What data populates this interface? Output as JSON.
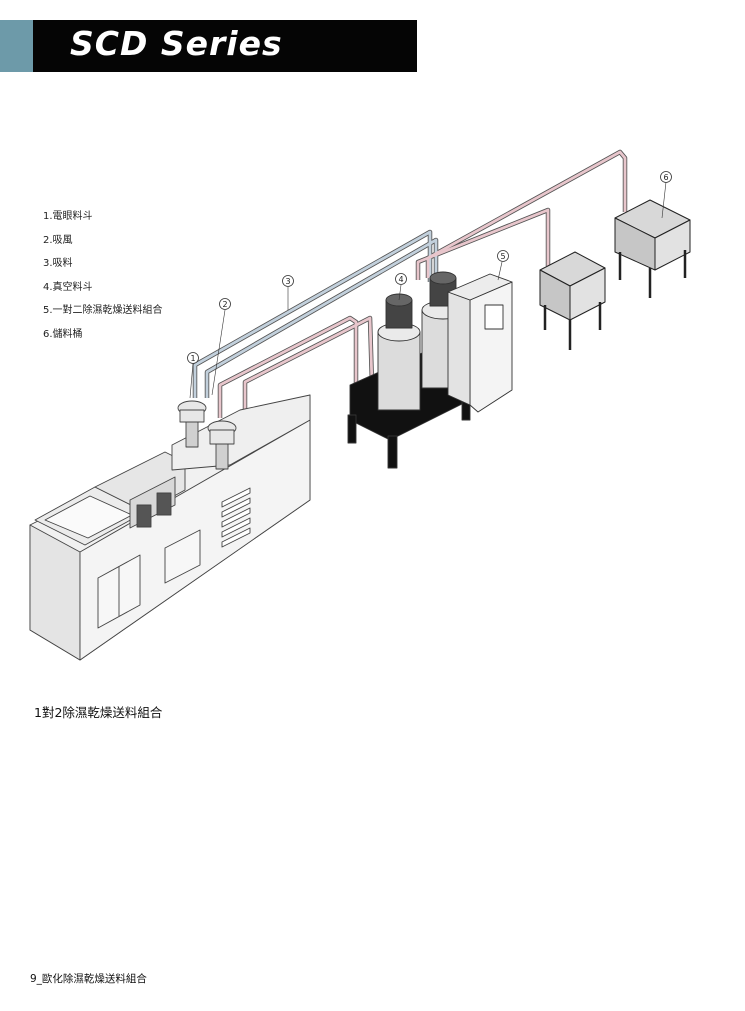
{
  "header": {
    "title": "SCD Series",
    "accent_color": "#6d9aa9",
    "bar_color": "#050505"
  },
  "legend": [
    "1.電眼料斗",
    "2.吸風",
    "3.吸料",
    "4.真空料斗",
    "5.一對二除濕乾燥送料組合",
    "6.儲料桶"
  ],
  "callouts": [
    "1",
    "2",
    "3",
    "4",
    "5",
    "6"
  ],
  "caption": "1對2除濕乾燥送料組合",
  "footer": "9_歐化除濕乾燥送料組合",
  "colors": {
    "suction_pipe": "#e8c6cc",
    "air_pipe": "#c2d0dc",
    "line": "#333333"
  }
}
